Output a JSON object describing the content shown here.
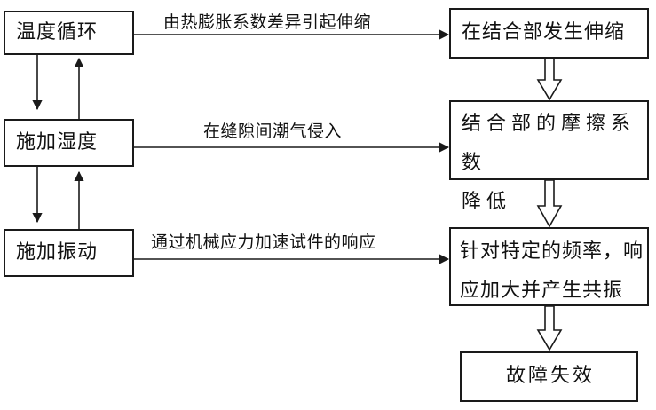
{
  "left_nodes": {
    "temperature_cycle": "温度循环",
    "apply_humidity": "施加湿度",
    "apply_vibration": "施加振动"
  },
  "right_nodes": {
    "expansion": "在结合部发生伸缩",
    "friction_line1": "结合部的摩擦系数",
    "friction_line2": "降低",
    "resonance_line1": "针对特定的频率，响",
    "resonance_line2": "应加大并产生共振",
    "failure": "故障失效"
  },
  "edge_labels": {
    "thermal": "由热膨胀系数差异引起伸缩",
    "moisture": "在缝隙间潮气侵入",
    "vibration": "通过机械应力加速试件的响应"
  }
}
